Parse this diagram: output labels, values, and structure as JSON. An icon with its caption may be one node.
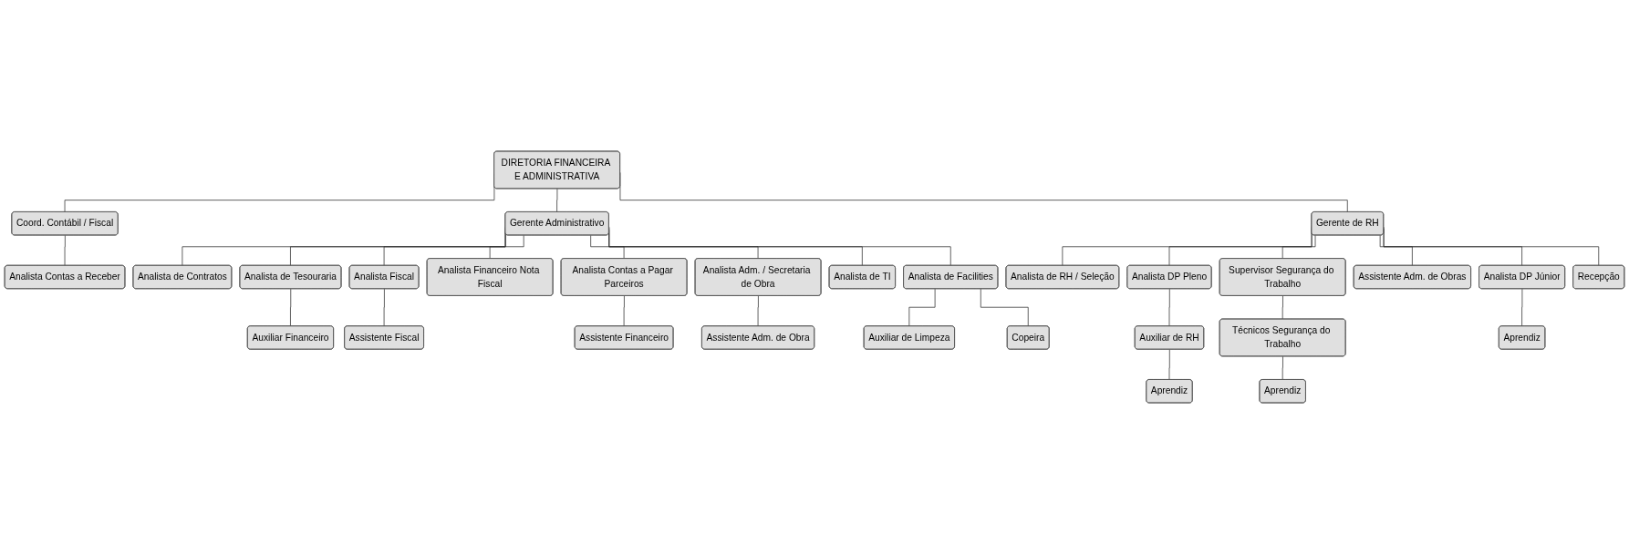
{
  "diagram": {
    "nodes": [
      {
        "text": [
          "DIRETORIA FINANCEIRA E ADMINISTRATIVA"
        ]
      },
      {
        "text": [
          "Gerente Administrativo"
        ]
      },
      {
        "text": [
          "Gerente de RH"
        ]
      },
      {
        "text": [
          "Coord. Contábil / Fiscal"
        ]
      },
      {
        "text": [
          "Analista Contas a Receber"
        ]
      },
      {
        "text": [
          "Analista de Contratos"
        ]
      },
      {
        "text": [
          "Analista de Tesouraria"
        ]
      },
      {
        "text": [
          "Analista Fiscal"
        ]
      },
      {
        "text": [
          "Analista Financeiro Nota Fiscal"
        ]
      },
      {
        "text": [
          "Analista Contas a Pagar Parceiros"
        ]
      },
      {
        "text": [
          "Analista Adm. / Secretaria de Obra"
        ]
      },
      {
        "text": [
          "Analista de TI"
        ]
      },
      {
        "text": [
          "Analista de Facilities"
        ]
      },
      {
        "text": [
          "Analista de RH / Seleção"
        ]
      },
      {
        "text": [
          "Analista DP Júnior"
        ]
      },
      {
        "text": [
          "Analista DP Pleno"
        ]
      },
      {
        "text": [
          "Assistente Adm. de Obras"
        ]
      },
      {
        "text": [
          "Supervisor Segurança do Trabalho"
        ]
      },
      {
        "text": [
          "Auxiliar Financeiro"
        ]
      },
      {
        "text": [
          "Assistente Fiscal"
        ]
      },
      {
        "text": [
          "Assistente Financeiro"
        ]
      },
      {
        "text": [
          "Assistente Adm. de Obra"
        ]
      },
      {
        "text": [
          "Auxiliar de Limpeza"
        ]
      },
      {
        "text": [
          "Copeira"
        ]
      },
      {
        "text": [
          "Recepção"
        ]
      },
      {
        "text": [
          "Auxiliar de RH"
        ]
      },
      {
        "text": [
          "Técnicos Segurança do Trabalho"
        ]
      },
      {
        "text": [
          "Aprendiz"
        ]
      },
      {
        "text": [
          "Aprendiz"
        ]
      },
      {
        "text": [
          "Aprendiz"
        ]
      }
    ],
    "edges": [
      {
        "from": 0,
        "to": 3,
        "arrow": "none"
      },
      {
        "from": 0,
        "to": 1,
        "arrow": "none"
      },
      {
        "from": 0,
        "to": 2,
        "arrow": "none"
      },
      {
        "from": 3,
        "to": 4,
        "arrow": "none"
      },
      {
        "from": 1,
        "to": 5,
        "arrow": "none"
      },
      {
        "from": 1,
        "to": 6,
        "arrow": "none"
      },
      {
        "from": 1,
        "to": 7,
        "arrow": "none"
      },
      {
        "from": 1,
        "to": 8,
        "arrow": "none"
      },
      {
        "from": 1,
        "to": 9,
        "arrow": "none"
      },
      {
        "from": 1,
        "to": 10,
        "arrow": "none"
      },
      {
        "from": 1,
        "to": 11,
        "arrow": "none"
      },
      {
        "from": 1,
        "to": 12,
        "arrow": "none"
      },
      {
        "from": 6,
        "to": 18,
        "arrow": "none"
      },
      {
        "from": 7,
        "to": 19,
        "arrow": "none"
      },
      {
        "from": 9,
        "to": 20,
        "arrow": "none"
      },
      {
        "from": 10,
        "to": 21,
        "arrow": "none"
      },
      {
        "from": 12,
        "to": 22,
        "arrow": "none"
      },
      {
        "from": 12,
        "to": 23,
        "arrow": "none"
      },
      {
        "from": 2,
        "to": 13,
        "arrow": "none"
      },
      {
        "from": 2,
        "to": 24,
        "arrow": "none"
      },
      {
        "from": 2,
        "to": 14,
        "arrow": "none"
      },
      {
        "from": 2,
        "to": 15,
        "arrow": "none"
      },
      {
        "from": 2,
        "to": 16,
        "arrow": "none"
      },
      {
        "from": 2,
        "to": 17,
        "arrow": "none"
      },
      {
        "from": 14,
        "to": 27,
        "arrow": "none"
      },
      {
        "from": 15,
        "to": 25,
        "arrow": "none"
      },
      {
        "from": 25,
        "to": 28,
        "arrow": "none"
      },
      {
        "from": 17,
        "to": 26,
        "arrow": "none"
      },
      {
        "from": 26,
        "to": 29,
        "arrow": "none"
      }
    ]
  }
}
